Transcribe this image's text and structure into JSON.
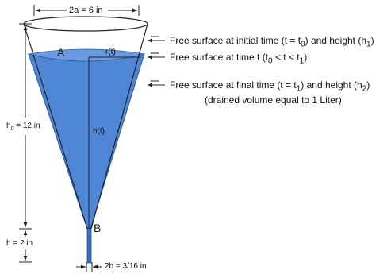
{
  "colors": {
    "liquid": "#4f86d6",
    "liquid_dark": "#3b6fb8",
    "line": "#222222"
  },
  "dims": {
    "top_width": "2a = 6 in",
    "bottom_width": "2b = 3/16 in",
    "height_h0": {
      "base": "h",
      "sub": "0",
      "rest": " = 12 in"
    },
    "height_h": "h = 2 in"
  },
  "labels": {
    "A": "A",
    "B": "B",
    "radius": "r(t)",
    "height": "h(t)"
  },
  "surfaces": [
    {
      "text_a": "Free surface at initial time (t = t",
      "sub_a": "0",
      "text_b": ") and height (h",
      "sub_b": "1",
      "text_c": ")"
    },
    {
      "text_a": "Free surface at time t (t",
      "sub_a": "0",
      "text_b": " < t < t",
      "sub_b": "1",
      "text_c": ")"
    },
    {
      "text_a": "Free surface at final time (t = t",
      "sub_a": "1",
      "text_b": ") and height (h",
      "sub_b": "2",
      "text_c": ")"
    }
  ],
  "note": "(drained volume equal to 1 Liter)"
}
